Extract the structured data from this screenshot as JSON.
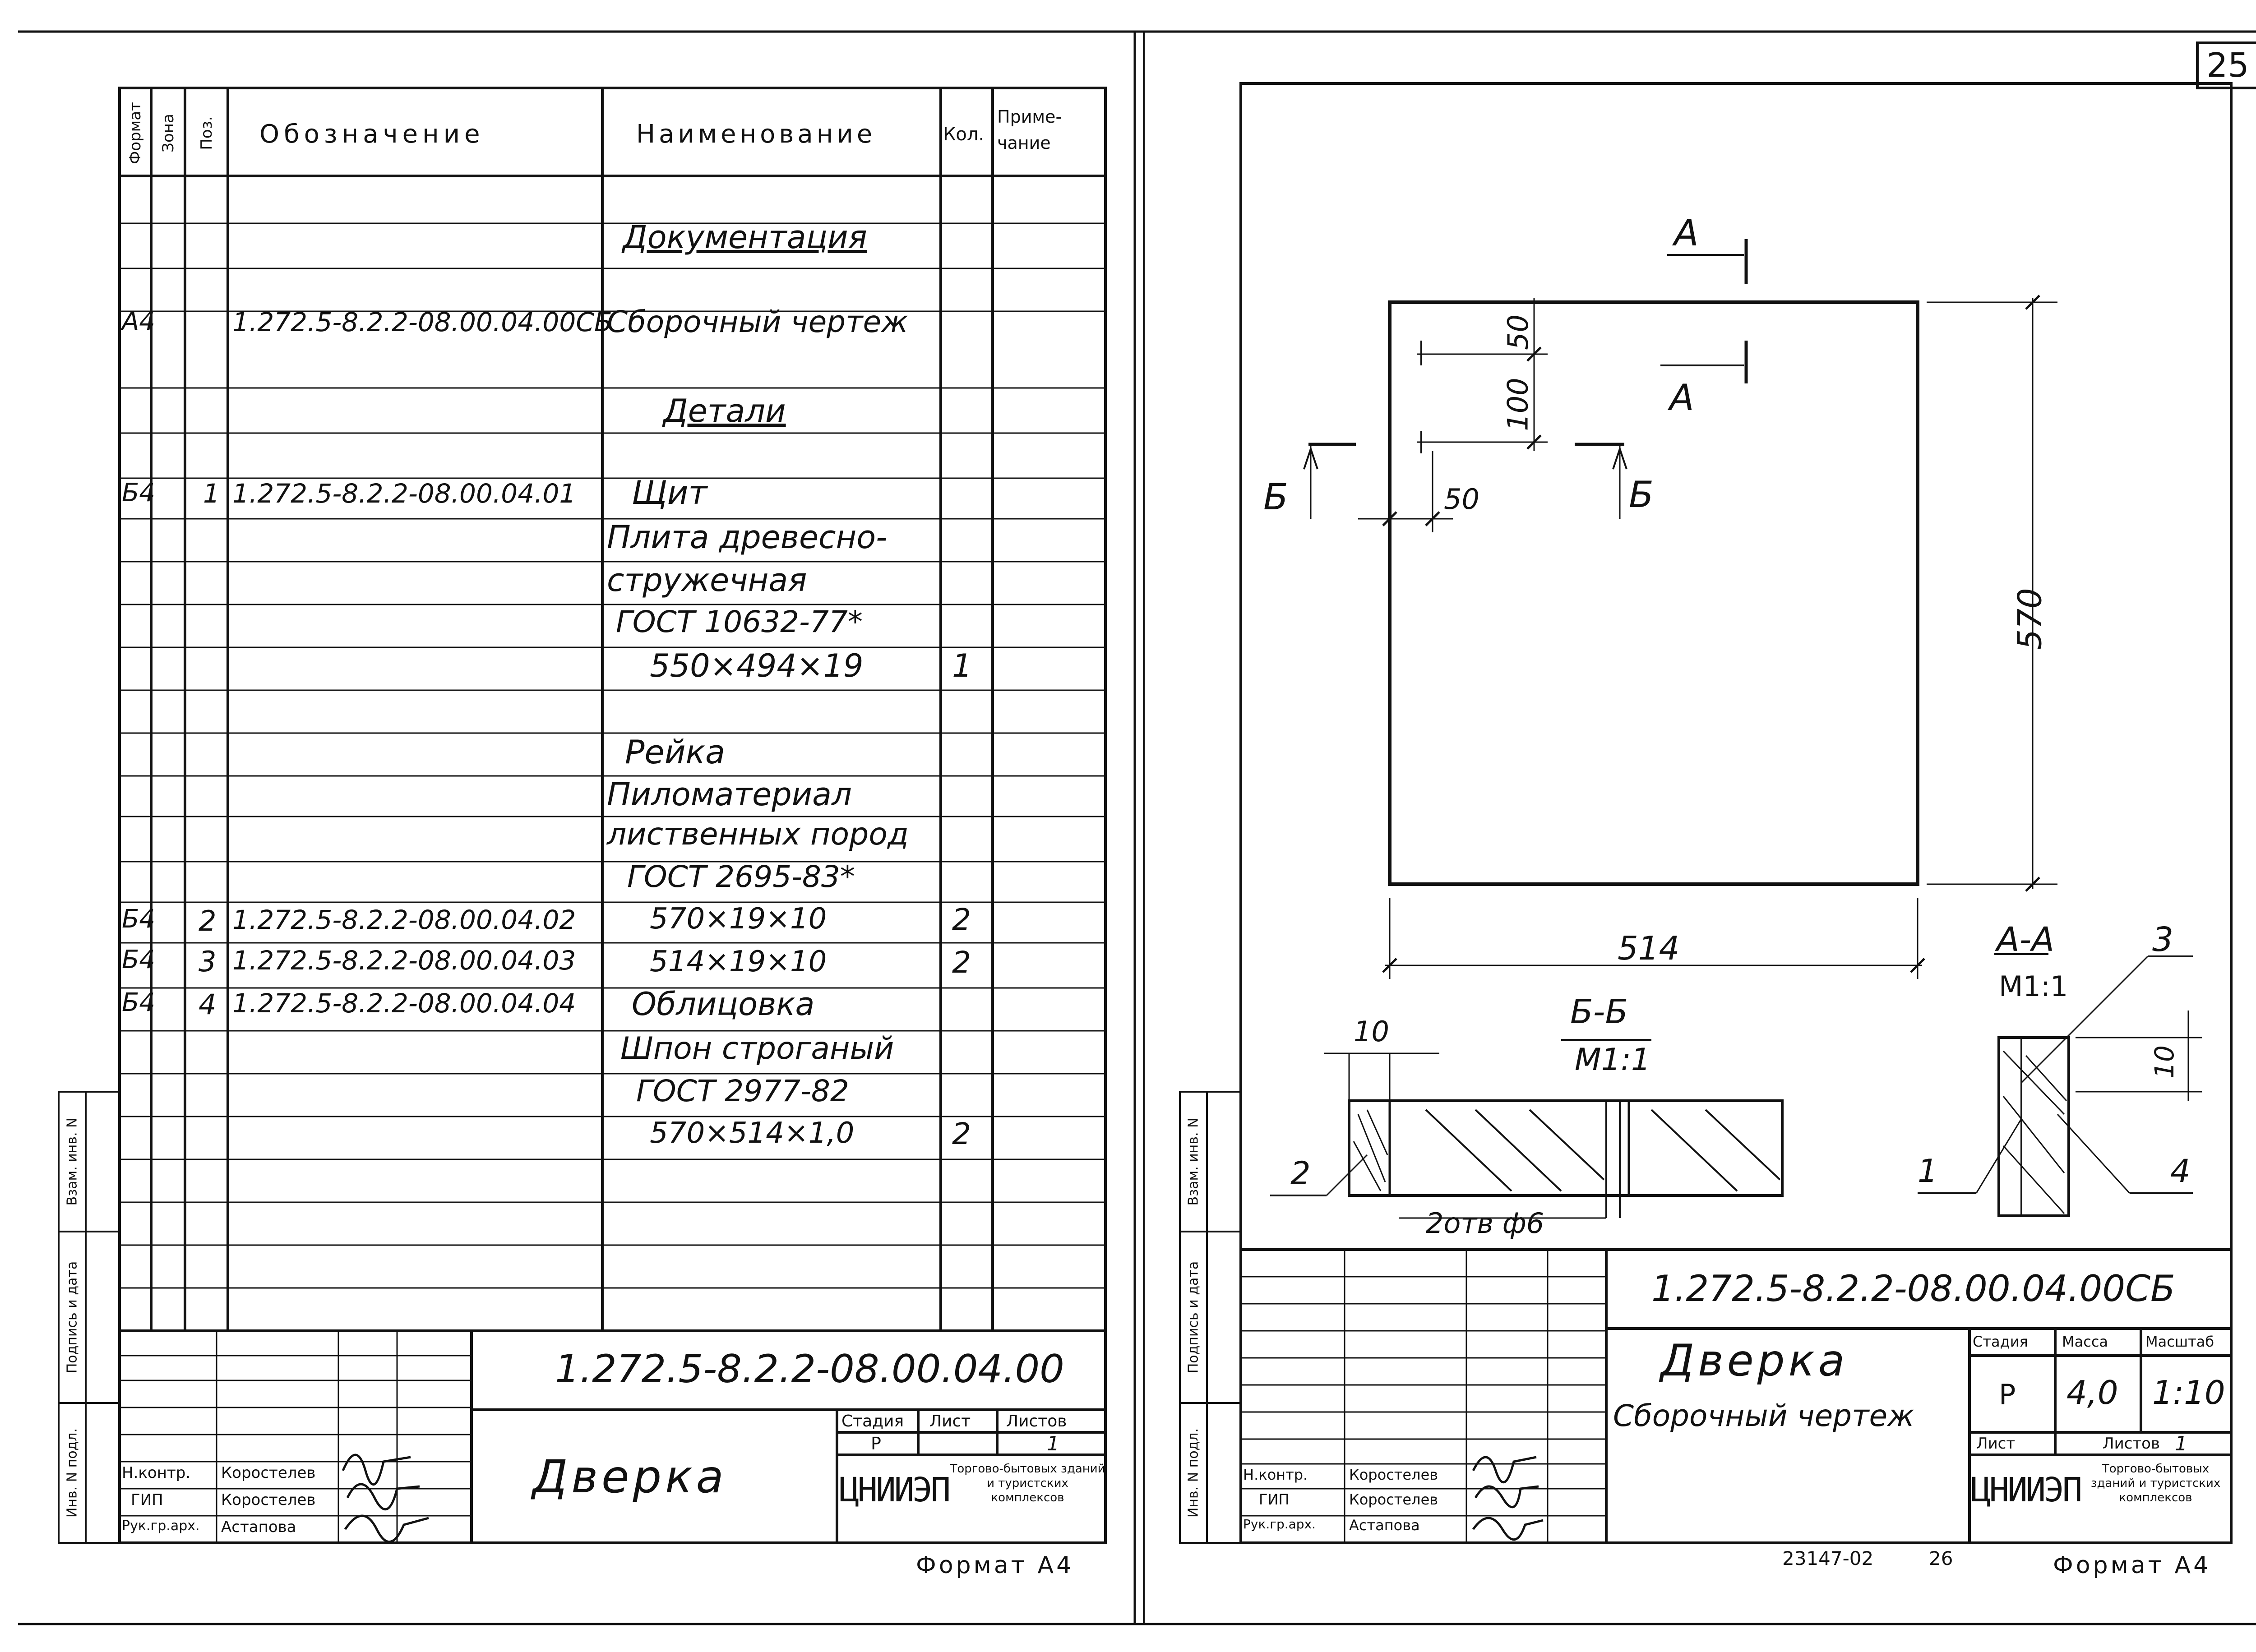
{
  "page_number": "25",
  "footer": {
    "doc_code": "23147-02",
    "page_no": "26"
  },
  "left_sheet": {
    "format_label": "Формат А4",
    "headers": {
      "format": "Формат",
      "zone": "Зона",
      "pos": "Поз.",
      "designation": "Обозначение",
      "name": "Наименование",
      "qty": "Кол.",
      "note": "Приме- чание"
    },
    "rows": [
      {
        "format": "",
        "pos": "",
        "designation": "",
        "name": "Документация",
        "qty": ""
      },
      {
        "format": "А4",
        "pos": "",
        "designation": "1.272.5-8.2.2-08.00.04.00СБ",
        "name": "Сборочный чертеж",
        "qty": ""
      },
      {
        "format": "",
        "pos": "",
        "designation": "",
        "name": "Детали",
        "qty": ""
      },
      {
        "format": "Б4",
        "pos": "1",
        "designation": "1.272.5-8.2.2-08.00.04.01",
        "name": "Щит",
        "qty": ""
      },
      {
        "format": "",
        "pos": "",
        "designation": "",
        "name": "Плита древесно-",
        "qty": ""
      },
      {
        "format": "",
        "pos": "",
        "designation": "",
        "name": "стружечная",
        "qty": ""
      },
      {
        "format": "",
        "pos": "",
        "designation": "",
        "name": "ГОСТ 10632-77*",
        "qty": ""
      },
      {
        "format": "",
        "pos": "",
        "designation": "",
        "name": "550×494×19",
        "qty": "1"
      },
      {
        "format": "",
        "pos": "",
        "designation": "",
        "name": "Рейка",
        "qty": ""
      },
      {
        "format": "",
        "pos": "",
        "designation": "",
        "name": "Пиломатериал",
        "qty": ""
      },
      {
        "format": "",
        "pos": "",
        "designation": "",
        "name": "лиственных пород",
        "qty": ""
      },
      {
        "format": "",
        "pos": "",
        "designation": "",
        "name": "ГОСТ 2695-83*",
        "qty": ""
      },
      {
        "format": "Б4",
        "pos": "2",
        "designation": "1.272.5-8.2.2-08.00.04.02",
        "name": "570×19×10",
        "qty": "2"
      },
      {
        "format": "Б4",
        "pos": "3",
        "designation": "1.272.5-8.2.2-08.00.04.03",
        "name": "514×19×10",
        "qty": "2"
      },
      {
        "format": "Б4",
        "pos": "4",
        "designation": "1.272.5-8.2.2-08.00.04.04",
        "name": "Облицовка",
        "qty": ""
      },
      {
        "format": "",
        "pos": "",
        "designation": "",
        "name": "Шпон строганый",
        "qty": ""
      },
      {
        "format": "",
        "pos": "",
        "designation": "",
        "name": "ГОСТ 2977-82",
        "qty": ""
      },
      {
        "format": "",
        "pos": "",
        "designation": "",
        "name": "570×514×1,0",
        "qty": "2"
      }
    ],
    "side_labels": [
      "Инв. N подл.",
      "Подпись и дата",
      "Взам. инв. N"
    ],
    "title_block": {
      "code": "1.272.5-8.2.2-08.00.04.00",
      "title": "Дверка",
      "stage_label": "Стадия",
      "stage": "Р",
      "sheet_label": "Лист",
      "sheet": "",
      "sheets_label": "Листов",
      "sheets": "1",
      "org_logo": "ЦНИИЭП",
      "org": "Торгово-бытовых зданий и туристских комплексов",
      "people": [
        {
          "role": "Н.контр.",
          "name": "Коростелев"
        },
        {
          "role": "ГИП",
          "name": "Коростелев"
        },
        {
          "role": "Рук.гр.арх.",
          "name": "Астапова"
        }
      ]
    }
  },
  "right_sheet": {
    "format_label": "Формат А4",
    "drawing": {
      "section_a": "А",
      "section_b": "Б",
      "dims": {
        "w": "514",
        "h": "570",
        "d50a": "50",
        "d100": "100",
        "d50b": "50",
        "d10a": "10",
        "d10b": "10"
      },
      "section_bb": {
        "title": "Б-Б",
        "scale": "М1:1",
        "holes": "2отв ф6"
      },
      "section_aa": {
        "title": "А-А",
        "scale": "М1:1"
      },
      "callouts": [
        "1",
        "2",
        "3",
        "4"
      ]
    },
    "side_labels": [
      "Инв. N подл.",
      "Подпись и дата",
      "Взам. инв. N"
    ],
    "title_block": {
      "code": "1.272.5-8.2.2-08.00.04.00СБ",
      "title": "Дверка",
      "subtitle": "Сборочный чертеж",
      "stage_label": "Стадия",
      "stage": "Р",
      "mass_label": "Масса",
      "mass": "4,0",
      "scale_label": "Масштаб",
      "scale": "1:10",
      "sheet_label": "Лист",
      "sheets_label": "Листов",
      "sheets": "1",
      "org_logo": "ЦНИИЭП",
      "org": "Торгово-бытовых зданий и туристских комплексов",
      "people": [
        {
          "role": "Н.контр.",
          "name": "Коростелев"
        },
        {
          "role": "ГИП",
          "name": "Коростелев"
        },
        {
          "role": "Рук.гр.арх.",
          "name": "Астапова"
        }
      ]
    }
  }
}
